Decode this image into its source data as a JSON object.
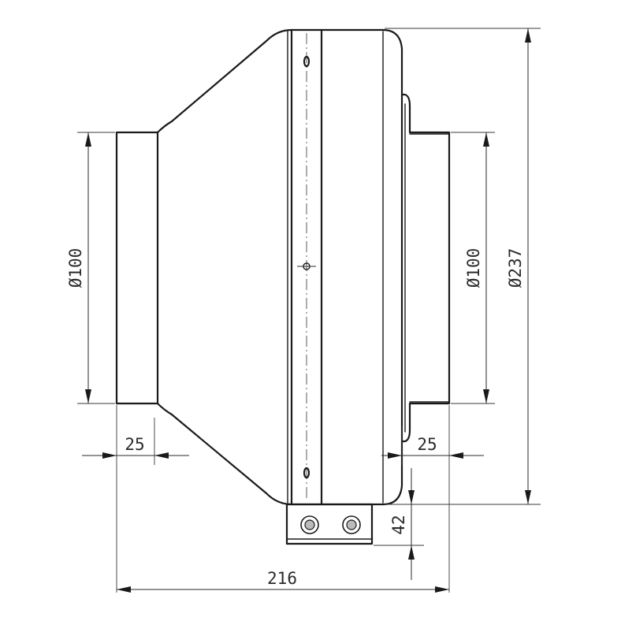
{
  "drawing": {
    "dimensions": {
      "inlet_diameter": "Ø100",
      "outlet_diameter": "Ø100",
      "housing_diameter": "Ø237",
      "inlet_collar_length": "25",
      "outlet_collar_length": "25",
      "bracket_height": "42",
      "overall_length": "216"
    }
  }
}
